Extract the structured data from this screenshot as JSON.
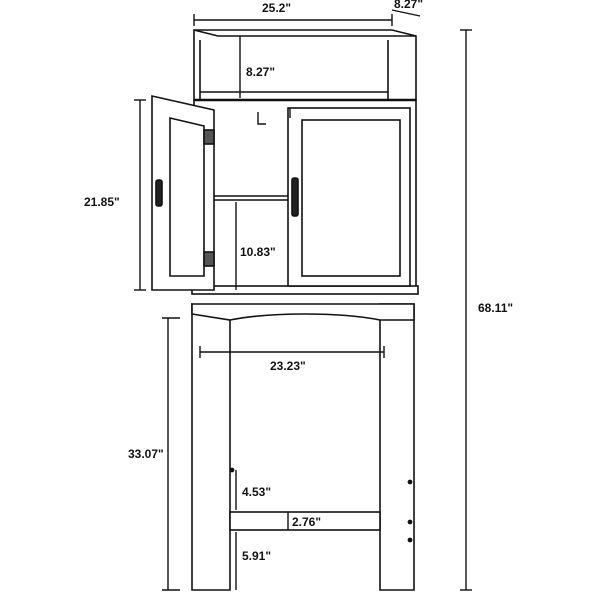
{
  "dimensions": {
    "top_width": "25.2\"",
    "top_depth": "8.27\"",
    "shelf_height": "8.27\"",
    "cabinet_height": "21.85\"",
    "inner_shelf_height": "10.83\"",
    "total_height": "68.11\"",
    "inner_width": "23.23\"",
    "frame_height": "33.07\"",
    "bar_gap": "4.53\"",
    "bar_height": "2.76\"",
    "bar_clearance": "5.91\""
  }
}
